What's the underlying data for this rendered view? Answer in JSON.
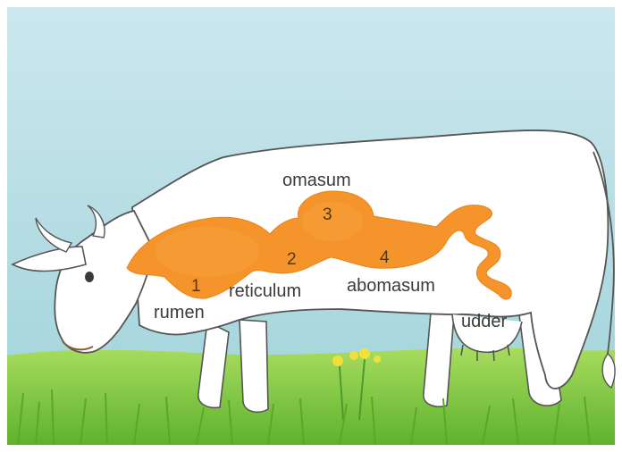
{
  "labels": {
    "omasum": "omasum",
    "reticulum": "reticulum",
    "abomasum": "abomasum",
    "rumen": "rumen",
    "udder": "udder"
  },
  "numbers": {
    "rumen": "1",
    "reticulum": "2",
    "omasum": "3",
    "abomasum": "4"
  },
  "colors": {
    "sky_top": "#c4e4ea",
    "sky_bottom": "#a8d6dd",
    "grass": "#6fbf3a",
    "grass_light": "#a7dd5c",
    "stomach": "#f5942a",
    "cow_body": "#ffffff",
    "outline": "#555555",
    "flower": "#f2e03a"
  }
}
